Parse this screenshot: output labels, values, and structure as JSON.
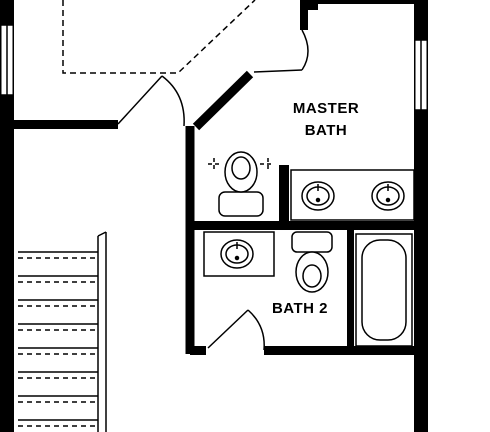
{
  "rooms": {
    "master_bath": {
      "line1": "MASTER",
      "line2": "BATH"
    },
    "bath_2": {
      "label": "BATH 2"
    }
  },
  "colors": {
    "wall": "#000000",
    "fixture": "#000000",
    "background": "#ffffff"
  },
  "icons": [
    "toilet-icon",
    "sink-icon",
    "bathtub-icon",
    "door-swing-icon",
    "staircase-icon",
    "window-icon"
  ]
}
